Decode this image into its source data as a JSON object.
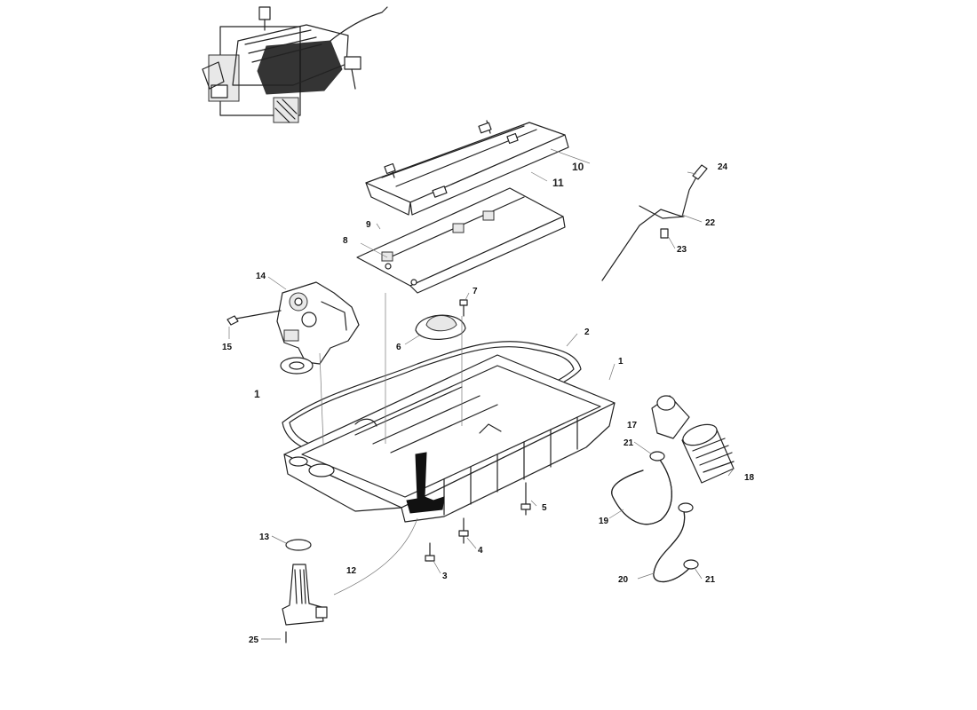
{
  "diagram": {
    "callouts": {
      "c1a": "1",
      "c1b": "1",
      "c2": "2",
      "c3": "3",
      "c4": "4",
      "c5": "5",
      "c6": "6",
      "c7": "7",
      "c8": "8",
      "c9": "9",
      "c10": "10",
      "c11": "11",
      "c12": "12",
      "c13": "13",
      "c14": "14",
      "c15": "15",
      "c17": "17",
      "c18": "18",
      "c19": "19",
      "c20": "20",
      "c21a": "21",
      "c21b": "21",
      "c22": "22",
      "c23": "23",
      "c24": "24",
      "c25": "25"
    }
  }
}
